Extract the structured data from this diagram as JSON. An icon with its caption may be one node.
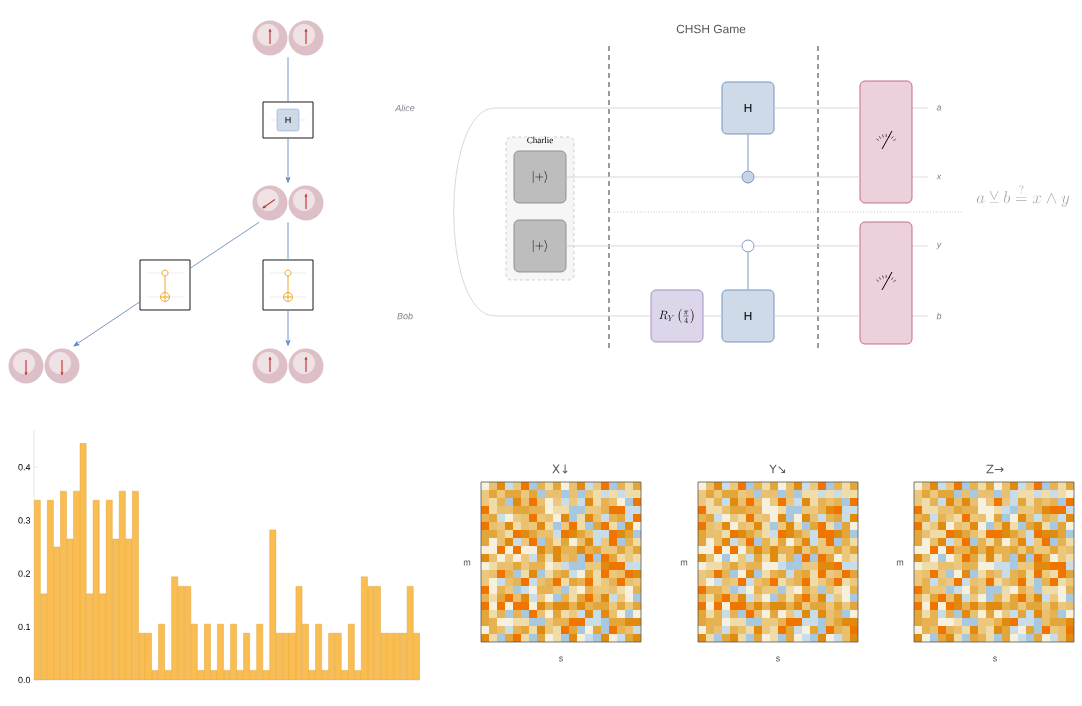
{
  "diagram": {
    "title": "CHSH Game",
    "nodes": [
      {
        "text": [],
        "shape": "picture"
      },
      {
        "text": [
          "H"
        ]
      },
      {
        "text": [],
        "shape": "picture"
      },
      {
        "text": [],
        "shape": "picture"
      },
      {
        "text": [],
        "shape": "picture"
      },
      {
        "text": [],
        "shape": "picture"
      },
      {
        "text": [],
        "shape": "picture"
      },
      {
        "text": [
          "Charlie"
        ]
      },
      {
        "text": [
          "\\left|+\\right\\rangle"
        ],
        "in": 7
      },
      {
        "text": [
          "\\left|+\\right\\rangle"
        ],
        "in": 7
      },
      {
        "text": [
          "H"
        ]
      },
      {
        "text": [],
        "shape": "circle"
      },
      {
        "text": [],
        "shape": "circle"
      },
      {
        "text": [
          "R_Y\\left(\\frac{\\pi}{4}\\right)"
        ]
      },
      {
        "text": [
          "H"
        ]
      },
      {
        "text": [],
        "shape": "box"
      },
      {
        "text": [],
        "shape": "box"
      }
    ],
    "edges": [
      {
        "from": 0,
        "to": 1,
        "arrow": "none",
        "color": "#6a8bbf"
      },
      {
        "from": 1,
        "to": 2,
        "arrow": "to",
        "color": "#6a8bbf"
      },
      {
        "from": 2,
        "to": 3,
        "arrow": "none",
        "color": "#6a8bbf"
      },
      {
        "from": 3,
        "to": 5,
        "arrow": "to",
        "color": "#6a8bbf"
      },
      {
        "from": 2,
        "to": 4,
        "arrow": "none",
        "color": "#6a8bbf"
      },
      {
        "from": 4,
        "to": 6,
        "arrow": "to",
        "color": "#6a8bbf"
      },
      {
        "from": 10,
        "to": 11,
        "arrow": "none",
        "color": "#6a8bbf"
      },
      {
        "from": 14,
        "to": 12,
        "arrow": "none",
        "color": "#6a8bbf"
      },
      {
        "from": 10,
        "to": 13,
        "arrow": "none",
        "color": "#d4d4d4"
      },
      {
        "from": 10,
        "to": 15,
        "arrow": "none",
        "color": "#d4d4d4"
      },
      {
        "from": 8,
        "to": 11,
        "arrow": "none",
        "color": "#d4d4d4"
      },
      {
        "from": 11,
        "to": 15,
        "arrow": "none",
        "color": "#d4d4d4"
      },
      {
        "from": 9,
        "to": 12,
        "arrow": "none",
        "color": "#d4d4d4"
      },
      {
        "from": 12,
        "to": 16,
        "arrow": "none",
        "color": "#d4d4d4"
      },
      {
        "from": 13,
        "to": 14,
        "arrow": "none",
        "color": "#d4d4d4"
      },
      {
        "from": 14,
        "to": 16,
        "arrow": "none",
        "color": "#d4d4d4"
      }
    ],
    "labels": [
      "Alice",
      "Bob",
      "a",
      "x",
      "y",
      "b",
      "a\\veebar b\\overset{?}{=}x\\wedge y",
      "X↓",
      "m",
      "s",
      "Y↘",
      "m",
      "s",
      "Z→",
      "m",
      "s"
    ],
    "chart_data": {
      "type": "bar",
      "values": [
        0.338,
        0.162,
        0.338,
        0.25,
        0.355,
        0.265,
        0.355,
        0.445,
        0.162,
        0.338,
        0.162,
        0.338,
        0.265,
        0.355,
        0.265,
        0.355,
        0.088,
        0.088,
        0.018,
        0.105,
        0.018,
        0.194,
        0.176,
        0.176,
        0.105,
        0.018,
        0.105,
        0.018,
        0.105,
        0.018,
        0.105,
        0.018,
        0.088,
        0.018,
        0.105,
        0.018,
        0.282,
        0.088,
        0.088,
        0.088,
        0.176,
        0.105,
        0.018,
        0.105,
        0.018,
        0.088,
        0.088,
        0.018,
        0.105,
        0.018,
        0.194,
        0.176,
        0.176,
        0.088,
        0.088,
        0.088,
        0.088,
        0.176,
        0.088
      ],
      "ylim": [
        0,
        0.47
      ],
      "yticks": [
        {
          "value": 0,
          "label": "0.0"
        },
        {
          "value": 0.1,
          "label": "0.1"
        },
        {
          "value": 0.2,
          "label": "0.2"
        },
        {
          "value": 0.3,
          "label": "0.3"
        },
        {
          "value": 0.4,
          "label": "0.4"
        }
      ]
    }
  }
}
